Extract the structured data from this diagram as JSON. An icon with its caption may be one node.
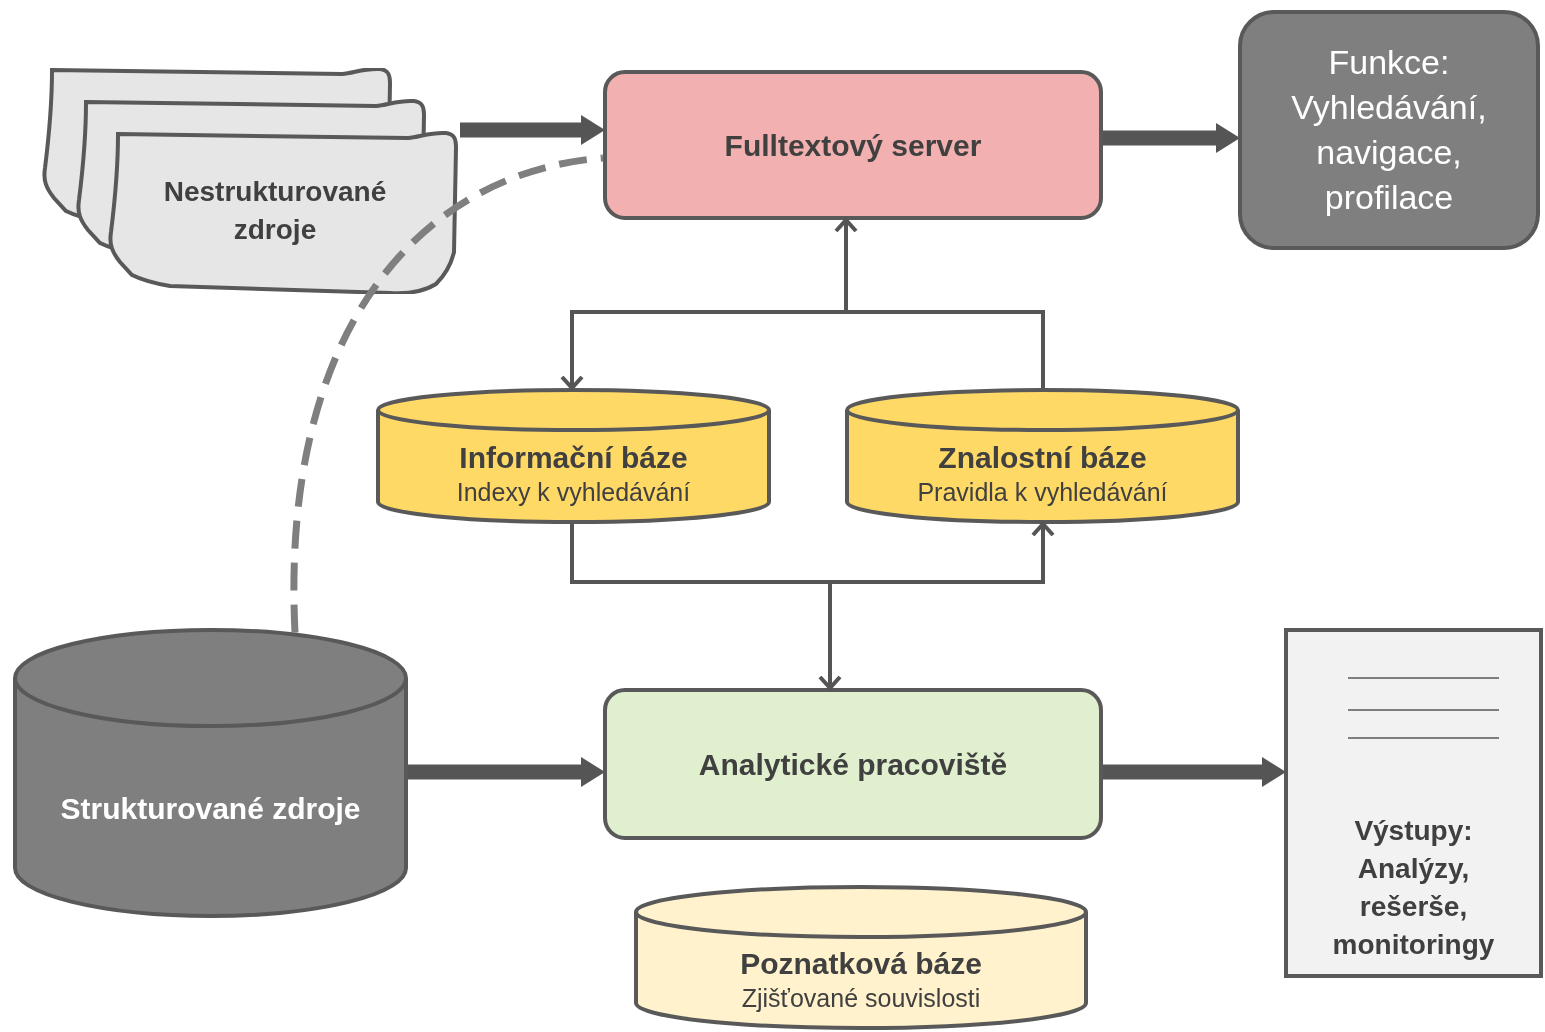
{
  "diagram": {
    "nodes": [
      {
        "text": [
          "Nestrukturované zdroje"
        ]
      },
      {
        "text": [
          "Fulltextový server"
        ]
      },
      {
        "text": [
          "Funkce: Vyhledávání, navigace, profilace"
        ]
      },
      {
        "text": [
          "Informační báze",
          "Indexy k vyhledávání"
        ]
      },
      {
        "text": [
          "Znalostní báze",
          "Pravidla k vyhledávání"
        ]
      },
      {
        "text": [
          "Strukturované zdroje"
        ]
      },
      {
        "text": [
          "Analytické pracoviště"
        ]
      },
      {
        "text": [
          "Výstupy: Analýzy, rešerše, monitoringy"
        ]
      },
      {
        "text": [
          "Poznatková báze",
          "Zjišťované souvislosti"
        ]
      }
    ],
    "edges": [
      {
        "from": 0,
        "to": 1,
        "arrow": "to",
        "style": "thick"
      },
      {
        "from": 5,
        "to": 1,
        "arrow": "none",
        "style": "dashed",
        "color": "#7f7f7f"
      },
      {
        "from": 1,
        "to": 2,
        "arrow": "to",
        "style": "thick"
      },
      {
        "from": 4,
        "to": 3,
        "arrow": "to"
      },
      {
        "from": 4,
        "to": 1,
        "arrow": "to"
      },
      {
        "from": 3,
        "to": 4,
        "arrow": "to"
      },
      {
        "from": 3,
        "to": 6,
        "arrow": "to"
      },
      {
        "from": 5,
        "to": 6,
        "arrow": "to",
        "style": "thick"
      },
      {
        "from": 6,
        "to": 7,
        "arrow": "to",
        "style": "thick"
      }
    ]
  }
}
